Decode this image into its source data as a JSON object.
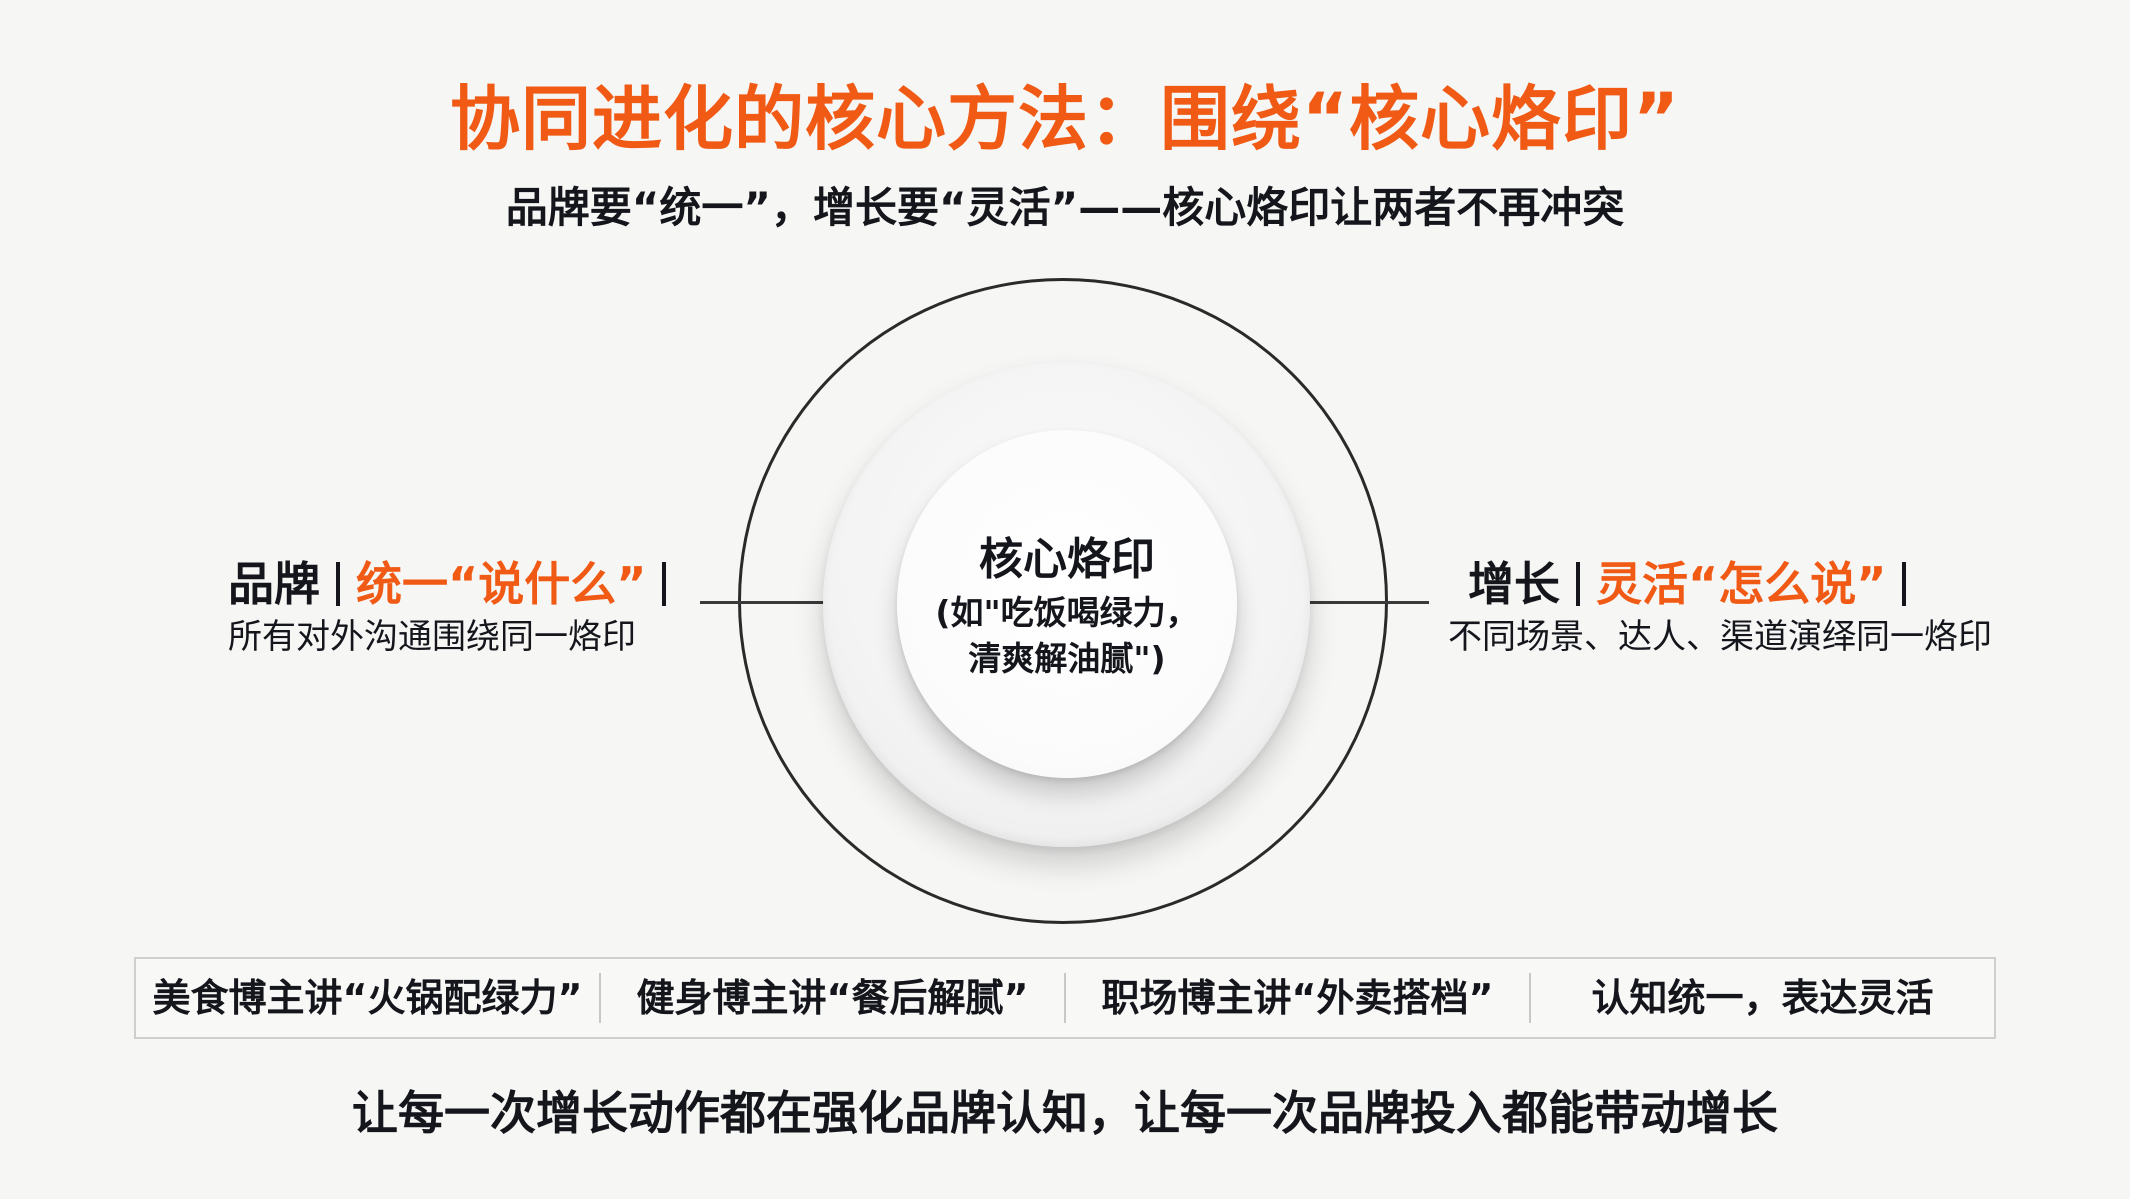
{
  "header": {
    "title": "协同进化的核心方法：围绕“核心烙印”",
    "subtitle": "品牌要“统一”，增长要“灵活”——核心烙印让两者不再冲突"
  },
  "diagram": {
    "center": {
      "title": "核心烙印",
      "example_line1": "(如\"吃饭喝绿力，",
      "example_line2": "清爽解油腻\")"
    },
    "left": {
      "key": "品牌",
      "accent": "统一“说什么”",
      "description": "所有对外沟通围绕同一烙印"
    },
    "right": {
      "key": "增长",
      "accent": "灵活“怎么说”",
      "description": "不同场景、达人、渠道演绎同一烙印"
    }
  },
  "examples": [
    {
      "label": "美食博主讲“火锅配绿力”"
    },
    {
      "label": "健身博主讲“餐后解腻”"
    },
    {
      "label": "职场博主讲“外卖搭档”"
    },
    {
      "label": "认知统一，表达灵活"
    }
  ],
  "footer": {
    "conclusion": "让每一次增长动作都在强化品牌认知，让每一次品牌投入都能带动增长"
  },
  "colors": {
    "accent": "#f05a14",
    "text": "#14161c",
    "background": "#f6f6f5",
    "ring": "#2a2a2a"
  }
}
